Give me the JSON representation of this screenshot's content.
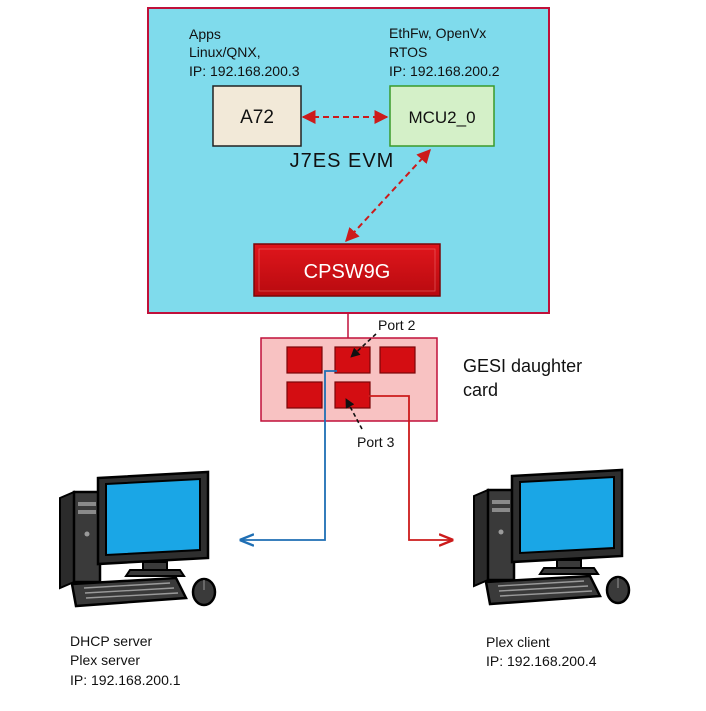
{
  "evm": {
    "title": "J7ES EVM",
    "fill_color": "#7fdbec",
    "border_color": "#c0103a"
  },
  "a72": {
    "label": "A72",
    "info": [
      "Apps",
      "Linux/QNX,",
      "IP:  192.168.200.3"
    ],
    "fill_color": "#f2e9d8"
  },
  "mcu": {
    "label": "MCU2_0",
    "info": [
      "EthFw,  OpenVx",
      "RTOS",
      "IP:  192.168.200.2"
    ],
    "fill_color": "#d4f0c8",
    "border_color": "#3a9a2a"
  },
  "cpsw": {
    "label": "CPSW9G",
    "fill_color": "#d40d12"
  },
  "gesi": {
    "label_lines": [
      "GESI daughter",
      "card"
    ],
    "fill_color": "#f8c2c2",
    "port_color": "#d40d12",
    "port2_label": "Port 2",
    "port3_label": "Port 3"
  },
  "left_pc": {
    "icon": "desktop-computer-icon",
    "info": [
      "DHCP server",
      "Plex server",
      "IP:  192.168.200.1"
    ],
    "link_color": "#1f6fb4"
  },
  "right_pc": {
    "icon": "desktop-computer-icon",
    "info": [
      "Plex client",
      "IP:  192.168.200.4"
    ],
    "link_color": "#cc1b1b"
  },
  "internal_link_color": "#cc1b1b"
}
